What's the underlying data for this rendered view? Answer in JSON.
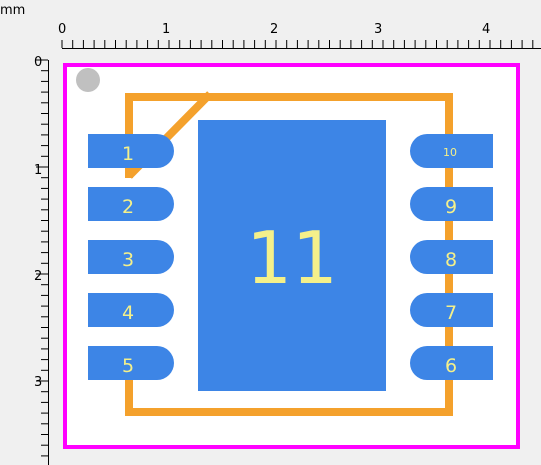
{
  "ruler": {
    "unit_label": "mm",
    "top_ticks": [
      "0",
      "1",
      "2",
      "3",
      "4"
    ],
    "left_ticks": [
      "0",
      "1",
      "2",
      "3"
    ]
  },
  "footprint": {
    "pins_left": [
      "1",
      "2",
      "3",
      "4",
      "5"
    ],
    "pins_right": [
      "10",
      "9",
      "8",
      "7",
      "6"
    ],
    "thermal_pad_label": "11",
    "colors": {
      "background": "#f0f0f0",
      "board_area": "#ffffff",
      "courtyard": "#ff00ff",
      "silkscreen": "#f4a12c",
      "pad": "#3d85e6",
      "pad_text": "#f4f08a",
      "pin1_marker": "#c0c0c0",
      "ruler": "#000000"
    }
  }
}
